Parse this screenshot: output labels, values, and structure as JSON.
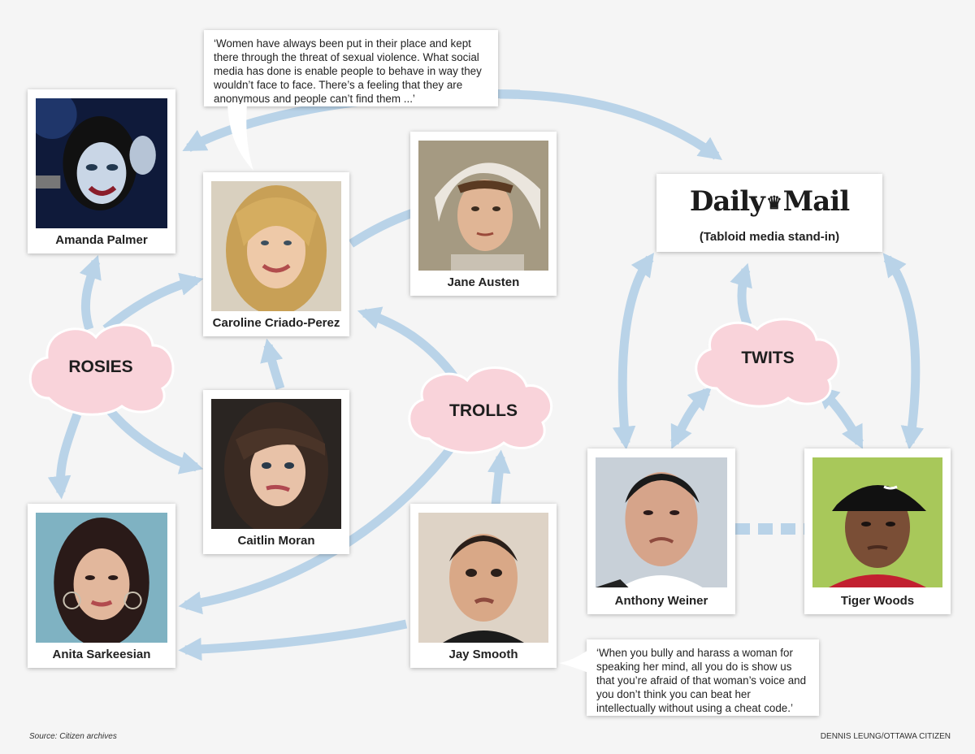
{
  "people": {
    "amanda_palmer": "Amanda Palmer",
    "caroline_criado_perez": "Caroline Criado-Perez",
    "jane_austen": "Jane Austen",
    "caitlin_moran": "Caitlin Moran",
    "anita_sarkeesian": "Anita Sarkeesian",
    "jay_smooth": "Jay Smooth",
    "anthony_weiner": "Anthony Weiner",
    "tiger_woods": "Tiger Woods"
  },
  "media": {
    "logo_left": "Daily",
    "logo_right": "Mail",
    "caption": "(Tabloid media stand-in)"
  },
  "groups": {
    "rosies": "ROSIES",
    "trolls": "TROLLS",
    "twits": "TWITS"
  },
  "quotes": {
    "top": "‘Women have always been put in their place and kept there through the threat of sexual violence. What social media has done is enable people to behave in way they wouldn’t face to face. There’s a feeling that they are anonymous and people can’t find them ...’",
    "bottom": "‘When you bully and harass a woman for speaking her mind, all you do is show us that you’re afraid of that woman’s voice and you don’t think you can beat her intellectually without using a cheat code.’"
  },
  "footer": {
    "source": "Source: Citizen archives",
    "credit": "DENNIS LEUNG/OTTAWA CITIZEN"
  },
  "colors": {
    "arrow": "#b9d3e8",
    "cloud": "#f9d3da",
    "card": "#ffffff"
  }
}
